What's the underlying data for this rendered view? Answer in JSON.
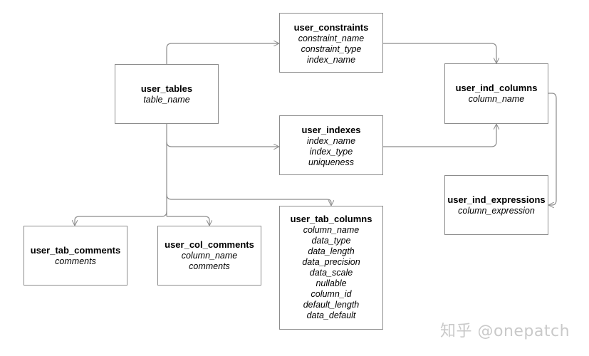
{
  "entities": {
    "user_tables": {
      "title": "user_tables",
      "fields": [
        "table_name"
      ]
    },
    "user_constraints": {
      "title": "user_constraints",
      "fields": [
        "constraint_name",
        "constraint_type",
        "index_name"
      ]
    },
    "user_ind_columns": {
      "title": "user_ind_columns",
      "fields": [
        "column_name"
      ]
    },
    "user_indexes": {
      "title": "user_indexes",
      "fields": [
        "index_name",
        "index_type",
        "uniqueness"
      ]
    },
    "user_ind_expressions": {
      "title": "user_ind_expressions",
      "fields": [
        "column_expression"
      ]
    },
    "user_tab_columns": {
      "title": "user_tab_columns",
      "fields": [
        "column_name",
        "data_type",
        "data_length",
        "data_precision",
        "data_scale",
        "nullable",
        "column_id",
        "default_length",
        "data_default"
      ]
    },
    "user_tab_comments": {
      "title": "user_tab_comments",
      "fields": [
        "comments"
      ]
    },
    "user_col_comments": {
      "title": "user_col_comments",
      "fields": [
        "column_name",
        "comments"
      ]
    }
  },
  "relations": [
    {
      "from": "user_tables",
      "to": "user_constraints"
    },
    {
      "from": "user_tables",
      "to": "user_indexes"
    },
    {
      "from": "user_tables",
      "to": "user_tab_columns"
    },
    {
      "from": "user_tables",
      "to": "user_tab_comments"
    },
    {
      "from": "user_tables",
      "to": "user_col_comments"
    },
    {
      "from": "user_constraints",
      "to": "user_ind_columns"
    },
    {
      "from": "user_indexes",
      "to": "user_ind_columns"
    },
    {
      "from": "user_ind_columns",
      "to": "user_ind_expressions"
    }
  ],
  "colors": {
    "line": "#8c8c8c",
    "border": "#8c8c8c",
    "watermark": "#c9c9c9"
  },
  "watermark": "知乎 @onepatch"
}
